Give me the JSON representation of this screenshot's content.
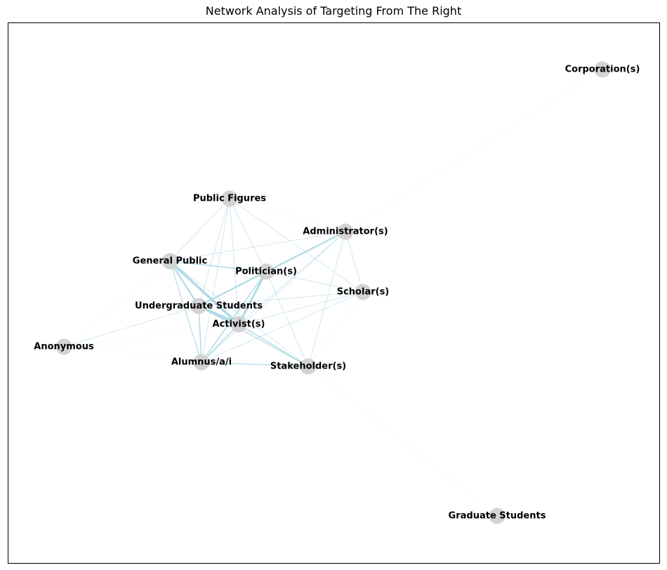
{
  "title": "Network Analysis of Targeting From The Right",
  "colors": {
    "node": "#d3d3d3",
    "edge": "#add8e6",
    "frame": "#000000",
    "label": "#000000"
  },
  "nodes": [
    {
      "id": "corporations",
      "label": "Corporation(s)"
    },
    {
      "id": "public_figures",
      "label": "Public Figures"
    },
    {
      "id": "administrators",
      "label": "Administrator(s)"
    },
    {
      "id": "general_public",
      "label": "General Public"
    },
    {
      "id": "politicians",
      "label": "Politician(s)"
    },
    {
      "id": "scholars",
      "label": "Scholar(s)"
    },
    {
      "id": "undergrad",
      "label": "Undergraduate Students"
    },
    {
      "id": "activists",
      "label": "Activist(s)"
    },
    {
      "id": "anonymous",
      "label": "Anonymous"
    },
    {
      "id": "alumni",
      "label": "Alumnus/a/i"
    },
    {
      "id": "stakeholders",
      "label": "Stakeholder(s)"
    },
    {
      "id": "grad_students",
      "label": "Graduate Students"
    }
  ],
  "edges": [
    {
      "source": "undergrad",
      "target": "activists",
      "weight": 6
    },
    {
      "source": "general_public",
      "target": "activists",
      "weight": 5
    },
    {
      "source": "general_public",
      "target": "undergrad",
      "weight": 3
    },
    {
      "source": "politicians",
      "target": "activists",
      "weight": 4
    },
    {
      "source": "politicians",
      "target": "undergrad",
      "weight": 3
    },
    {
      "source": "administrators",
      "target": "politicians",
      "weight": 3
    },
    {
      "source": "general_public",
      "target": "politicians",
      "weight": 2
    },
    {
      "source": "activists",
      "target": "alumni",
      "weight": 2
    },
    {
      "source": "politicians",
      "target": "alumni",
      "weight": 2
    },
    {
      "source": "undergrad",
      "target": "alumni",
      "weight": 2
    },
    {
      "source": "activists",
      "target": "stakeholders",
      "weight": 2
    },
    {
      "source": "undergrad",
      "target": "stakeholders",
      "weight": 1.5
    },
    {
      "source": "alumni",
      "target": "stakeholders",
      "weight": 1.5
    },
    {
      "source": "general_public",
      "target": "alumni",
      "weight": 1.5
    },
    {
      "source": "undergrad",
      "target": "anonymous",
      "weight": 1
    },
    {
      "source": "public_figures",
      "target": "general_public",
      "weight": 1
    },
    {
      "source": "public_figures",
      "target": "politicians",
      "weight": 1
    },
    {
      "source": "public_figures",
      "target": "activists",
      "weight": 1
    },
    {
      "source": "public_figures",
      "target": "undergrad",
      "weight": 1
    },
    {
      "source": "public_figures",
      "target": "alumni",
      "weight": 1
    },
    {
      "source": "public_figures",
      "target": "scholars",
      "weight": 1
    },
    {
      "source": "public_figures",
      "target": "administrators",
      "weight": 0.5
    },
    {
      "source": "administrators",
      "target": "general_public",
      "weight": 1
    },
    {
      "source": "administrators",
      "target": "activists",
      "weight": 1
    },
    {
      "source": "administrators",
      "target": "alumni",
      "weight": 1
    },
    {
      "source": "administrators",
      "target": "scholars",
      "weight": 1
    },
    {
      "source": "administrators",
      "target": "stakeholders",
      "weight": 1
    },
    {
      "source": "administrators",
      "target": "corporations",
      "weight": 0.5
    },
    {
      "source": "politicians",
      "target": "scholars",
      "weight": 1
    },
    {
      "source": "politicians",
      "target": "stakeholders",
      "weight": 1
    },
    {
      "source": "scholars",
      "target": "undergrad",
      "weight": 1
    },
    {
      "source": "scholars",
      "target": "activists",
      "weight": 1
    },
    {
      "source": "scholars",
      "target": "alumni",
      "weight": 1
    },
    {
      "source": "scholars",
      "target": "stakeholders",
      "weight": 0.5
    },
    {
      "source": "general_public",
      "target": "anonymous",
      "weight": 0.5
    },
    {
      "source": "general_public",
      "target": "stakeholders",
      "weight": 1
    },
    {
      "source": "anonymous",
      "target": "activists",
      "weight": 0.5
    },
    {
      "source": "anonymous",
      "target": "stakeholders",
      "weight": 0.5
    },
    {
      "source": "stakeholders",
      "target": "grad_students",
      "weight": 0.5
    }
  ]
}
